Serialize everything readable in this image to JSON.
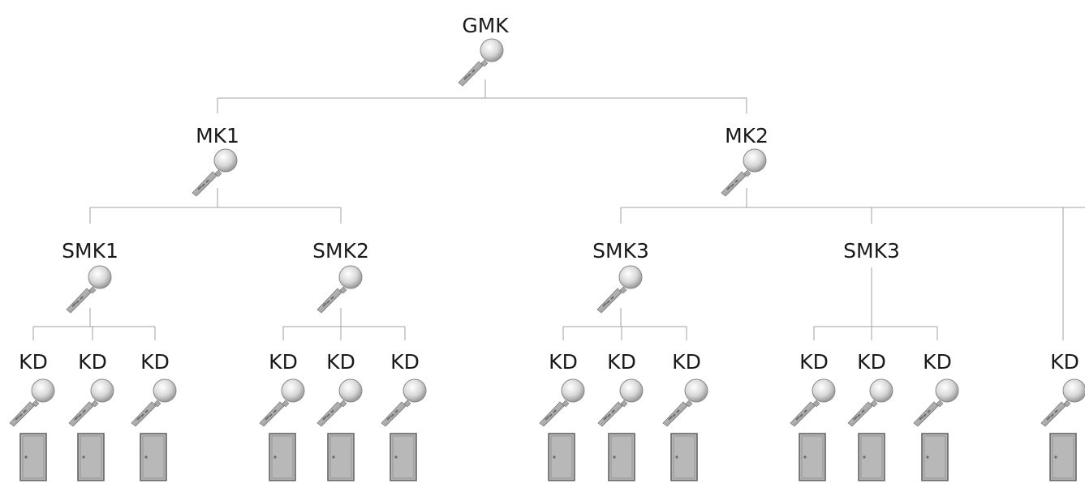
{
  "diagram": {
    "labels": {
      "gmk": "GMK",
      "mk1": "MK1",
      "mk2": "MK2",
      "smk1": "SMK1",
      "smk2": "SMK2",
      "smk3a": "SMK3",
      "smk3b": "SMK3",
      "kd": "KD"
    },
    "colors": {
      "line": "#9a9a9a",
      "key_light": "#e6e6e6",
      "key_dark": "#8a8a8a",
      "door_fill": "#b9b9b9",
      "door_stroke": "#6e6e6e",
      "text": "#1a1a1a"
    },
    "icons": {
      "key": "key-icon",
      "door": "door-icon"
    }
  }
}
